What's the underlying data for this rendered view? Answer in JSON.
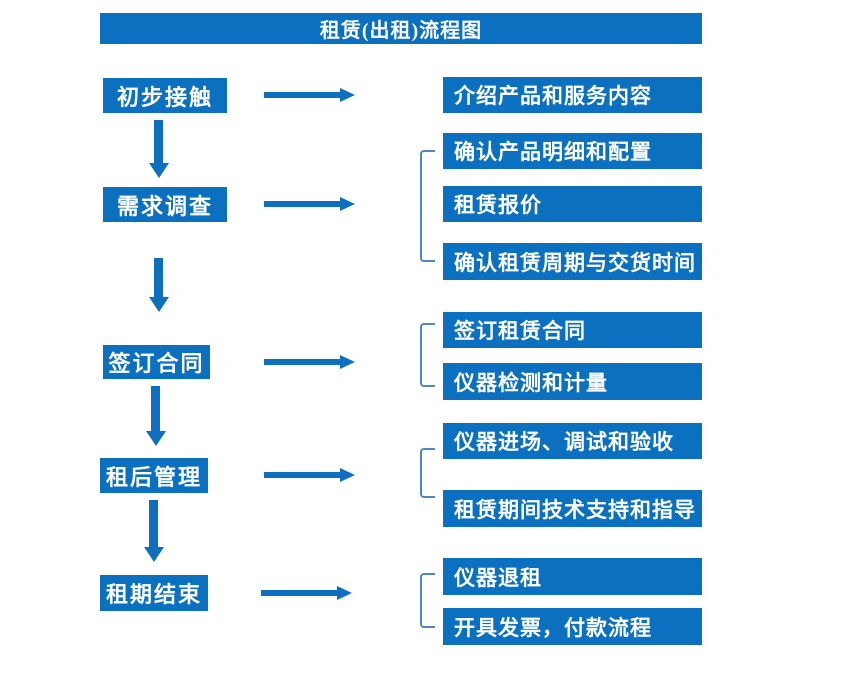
{
  "title": "租赁(出租)流程图",
  "colors": {
    "box_blue": "#0b70c0",
    "arrow_blue": "#0e6fc1",
    "bracket_blue": "#4e86c4",
    "text_white": "#ffffff",
    "background": "#ffffff"
  },
  "flow": {
    "steps": [
      {
        "label": "初步接触",
        "details": [
          "介绍产品和服务内容"
        ]
      },
      {
        "label": "需求调查",
        "details": [
          "确认产品明细和配置",
          "租赁报价",
          "确认租赁周期与交货时间"
        ]
      },
      {
        "label": "签订合同",
        "details": [
          "签订租赁合同",
          "仪器检测和计量"
        ]
      },
      {
        "label": "租后管理",
        "details": [
          "仪器进场、调试和验收",
          "租赁期间技术支持和指导"
        ]
      },
      {
        "label": "租期结束",
        "details": [
          "仪器退租",
          "开具发票，付款流程"
        ]
      }
    ]
  }
}
